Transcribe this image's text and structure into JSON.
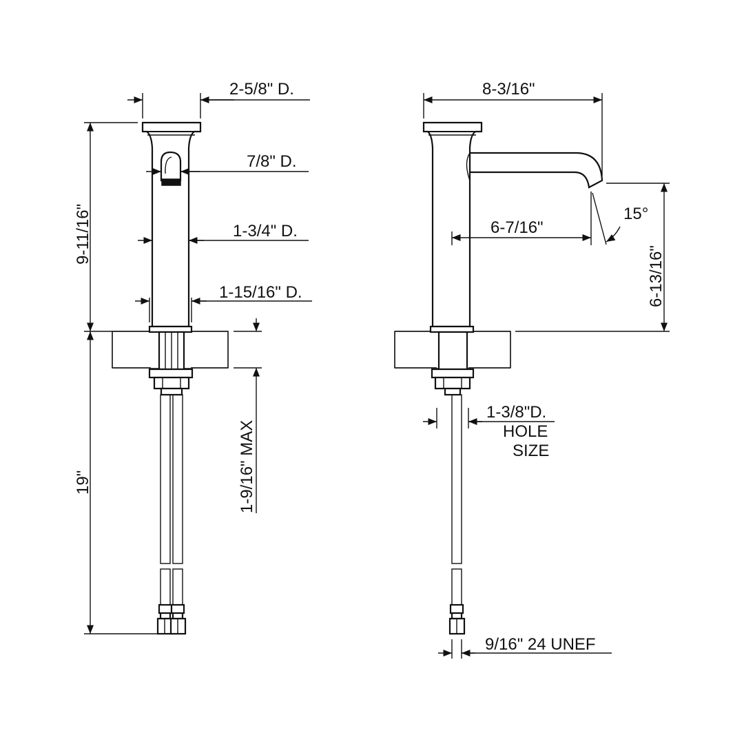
{
  "front_view": {
    "head_diameter": "2-5/8\" D.",
    "aerator_diameter": "7/8\" D.",
    "body_diameter": "1-3/4\" D.",
    "base_diameter": "1-15/16\" D.",
    "height_above_deck": "9-11/16\"",
    "hose_length": "19\"",
    "max_deck_thickness": "1-9/16\" MAX"
  },
  "side_view": {
    "overall_depth": "8-3/16\"",
    "spout_reach": "6-7/16\"",
    "spout_angle": "15°",
    "spout_height": "6-13/16\"",
    "hole_size_line1": "1-3/8\"D.",
    "hole_size_line2": "HOLE",
    "hole_size_line3": "SIZE",
    "connection_thread": "9/16\" 24 UNEF"
  },
  "colors": {
    "line": "#111111",
    "background": "#ffffff"
  }
}
